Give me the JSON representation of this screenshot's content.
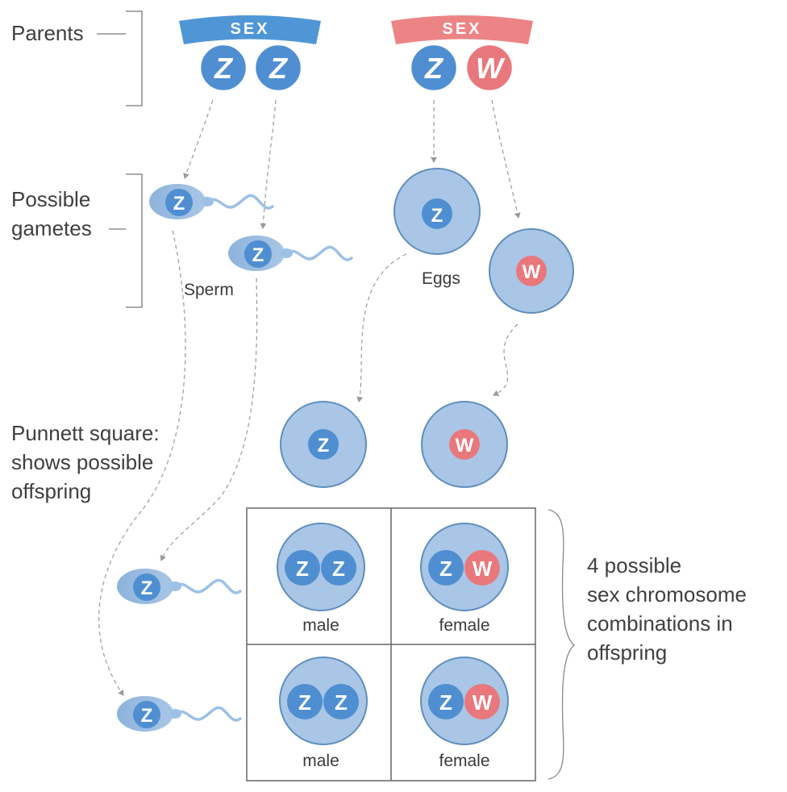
{
  "labels": {
    "parents": "Parents",
    "gametes_line1": "Possible",
    "gametes_line2": "gametes",
    "punnett_line1": "Punnett square:",
    "punnett_line2": "shows possible",
    "punnett_line3": "offspring",
    "combos_line1": "4 possible",
    "combos_line2": "sex chromosome",
    "combos_line3": "combinations in",
    "combos_line4": "offspring",
    "sperm": "Sperm",
    "eggs": "Eggs"
  },
  "parents": {
    "male": {
      "banner": "SEX",
      "chromosomes": [
        "Z",
        "Z"
      ]
    },
    "female": {
      "banner": "SEX",
      "chromosomes": [
        "Z",
        "W"
      ]
    }
  },
  "gametes": {
    "sperm": [
      "Z",
      "Z"
    ],
    "eggs": [
      "Z",
      "W"
    ]
  },
  "punnett": {
    "columns": [
      "Z",
      "W"
    ],
    "rows": [
      "Z",
      "Z"
    ],
    "cells": [
      {
        "chromosomes": [
          "Z",
          "Z"
        ],
        "sex": "male"
      },
      {
        "chromosomes": [
          "Z",
          "W"
        ],
        "sex": "female"
      },
      {
        "chromosomes": [
          "Z",
          "Z"
        ],
        "sex": "male"
      },
      {
        "chromosomes": [
          "Z",
          "W"
        ],
        "sex": "female"
      }
    ]
  },
  "colors": {
    "z_blue": "#4f8fd1",
    "w_pink": "#e9787c",
    "cell_fill": "#a9c6e6",
    "cell_stroke": "#5f8fbd",
    "male_banner": "#4f96d6",
    "female_banner": "#ec8485",
    "arrow": "#9a9a9a",
    "text": "#3f3f3f"
  }
}
